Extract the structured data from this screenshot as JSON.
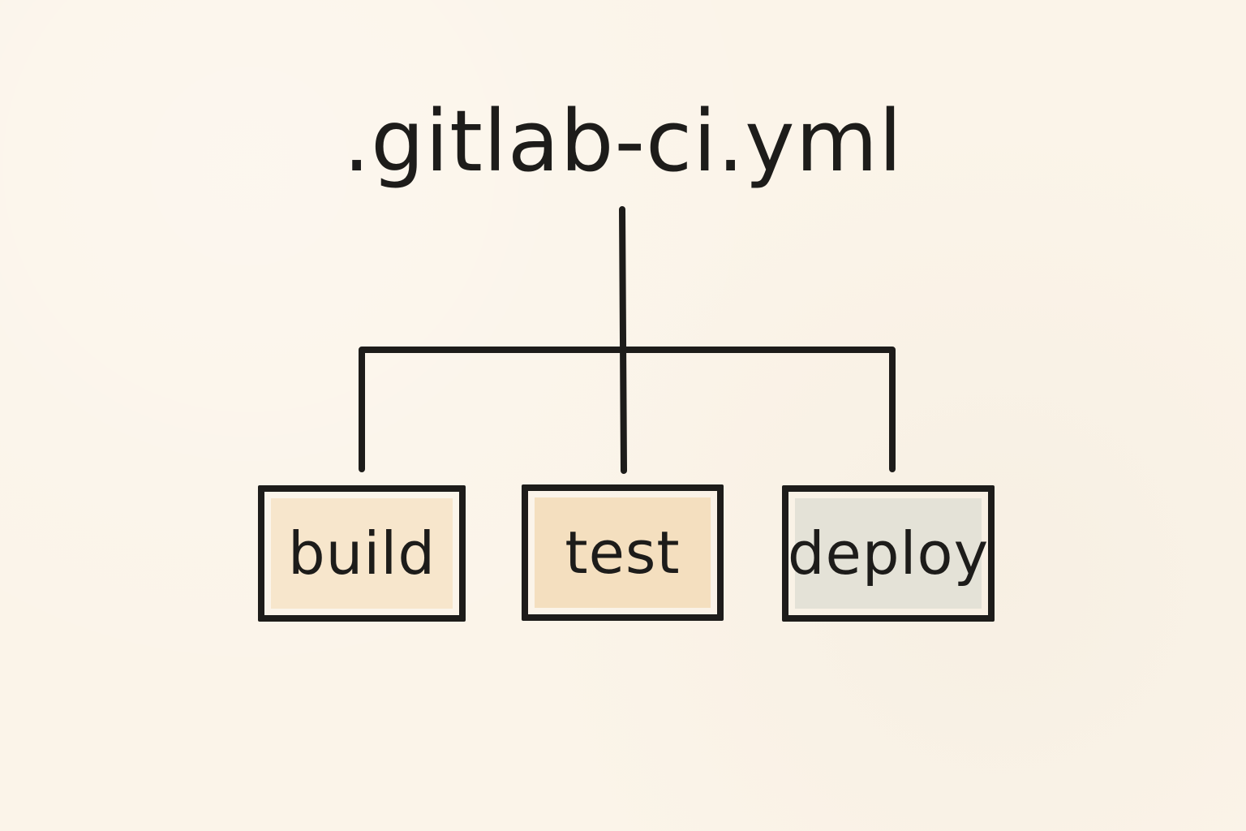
{
  "diagram": {
    "title": ".gitlab-ci.yml",
    "stages": [
      {
        "label": "build",
        "fill": "#f7e6cc"
      },
      {
        "label": "test",
        "fill": "#f4dfbf"
      },
      {
        "label": "deploy",
        "fill": "#e4e2d7"
      }
    ]
  },
  "colors": {
    "background": "#fbf4e9",
    "ink": "#1d1c1a"
  }
}
